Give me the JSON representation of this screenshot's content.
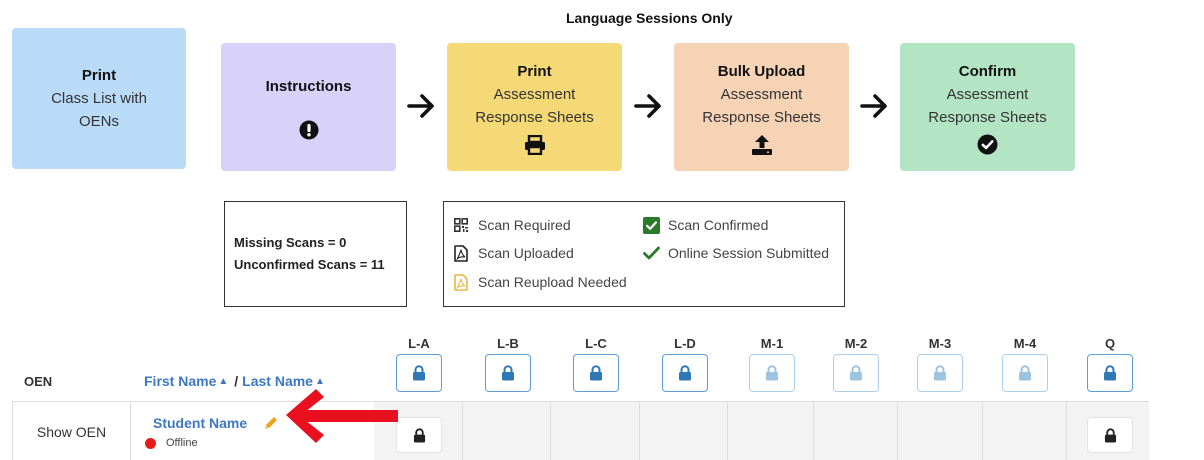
{
  "session_label": "Language Sessions Only",
  "steps": [
    {
      "id": "print-class",
      "title": "Print",
      "lines": [
        "Class List with",
        "OENs"
      ],
      "icon": "none",
      "color": "#b9dbf7"
    },
    {
      "id": "instructions",
      "title": "Instructions",
      "lines": [],
      "icon": "exclamation-circle-icon",
      "color": "#d8d2fa"
    },
    {
      "id": "print-sheets",
      "title": "Print",
      "lines": [
        "Assessment",
        "Response Sheets"
      ],
      "icon": "printer-icon",
      "color": "#f5d977"
    },
    {
      "id": "bulk-upload",
      "title": "Bulk Upload",
      "lines": [
        "Assessment",
        "Response Sheets"
      ],
      "icon": "upload-icon",
      "color": "#f7d3b5"
    },
    {
      "id": "confirm",
      "title": "Confirm",
      "lines": [
        "Assessment",
        "Response Sheets"
      ],
      "icon": "check-circle-icon",
      "color": "#b3e5c5"
    }
  ],
  "stats": {
    "missing": "Missing Scans = 0",
    "unconfirmed": "Unconfirmed Scans = 11"
  },
  "legend": [
    {
      "label": "Scan Required",
      "icon": "qr-code-icon",
      "color": "#333333"
    },
    {
      "label": "Scan Uploaded",
      "icon": "pdf-file-icon",
      "color": "#222222"
    },
    {
      "label": "Scan Reupload Needed",
      "icon": "pdf-file-icon",
      "color": "#e8b84a"
    },
    {
      "label": "Scan Confirmed",
      "icon": "checked-box-icon",
      "color": "#2a7a2a"
    },
    {
      "label": "Online Session Submitted",
      "icon": "checkmark-icon",
      "color": "#2a7a2a"
    }
  ],
  "table": {
    "headers": {
      "oen": "OEN",
      "first_name": "First Name",
      "separator": "/",
      "last_name": "Last Name"
    },
    "columns": [
      {
        "label": "L-A",
        "locked_active": true
      },
      {
        "label": "L-B",
        "locked_active": true
      },
      {
        "label": "L-C",
        "locked_active": true
      },
      {
        "label": "L-D",
        "locked_active": true
      },
      {
        "label": "M-1",
        "locked_active": false
      },
      {
        "label": "M-2",
        "locked_active": false
      },
      {
        "label": "M-3",
        "locked_active": false
      },
      {
        "label": "M-4",
        "locked_active": false
      },
      {
        "label": "Q",
        "locked_active": true
      }
    ],
    "rows": [
      {
        "oen": "Show OEN",
        "student_name": "Student Name",
        "status": "Offline",
        "status_color": "#e81a1a",
        "locked_columns": [
          "L-A",
          "Q"
        ]
      }
    ]
  },
  "colors": {
    "link_blue": "#3f78c2",
    "lock_blue": "#2e78b5",
    "lock_dim": "#9cc3e0",
    "annotation_red": "#e8101f",
    "pencil_orange": "#f0a020"
  }
}
